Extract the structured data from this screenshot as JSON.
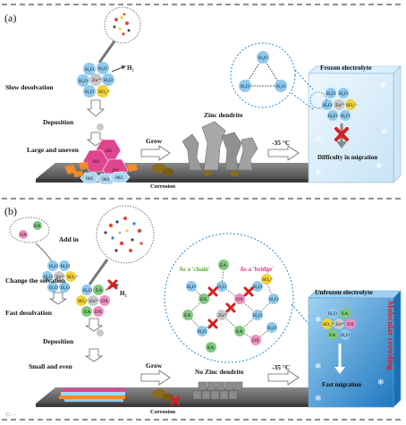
{
  "panel_a": {
    "label": "(a)",
    "h2": "H₂",
    "slow_desolvation": "Slow desolvation",
    "deposition": "Deposition",
    "large_uneven": "Large and uneven",
    "grow": "Grow",
    "zinc_dendrite": "Zinc dendrite",
    "corrosion": "Corrosion",
    "temp": "-35 °C",
    "frozen_electrolyte": "Frozen electrolyte",
    "difficulty": "Difficulty in migration",
    "facets": [
      "101",
      "101",
      "101",
      "002",
      "002",
      "002"
    ]
  },
  "panel_b": {
    "label": "(b)",
    "additive_tag": "DX",
    "additive_tag2": "EA",
    "add_in": "Add in",
    "change_solvation": "Change the solvation",
    "h2": "H₂",
    "fast_desolvation": "Fast desolvation",
    "deposition": "Deposition",
    "small_even": "Small and even",
    "grow": "Grow",
    "no_zinc_dendrite": "No Zinc dendrite",
    "corrosion": "Corrosion",
    "temp": "-35 °C",
    "chain": "As a 'chain'",
    "bridge": "As a 'bridge'",
    "unfrozen_electrolyte": "Unfrozen electrolyte",
    "molecular_crowding": "Molecular crowding",
    "fast_migration": "Fast migration"
  },
  "species": {
    "water": "H₂O",
    "zn": "Zn²⁺",
    "so4": "SO₄²⁻",
    "ea": "EA",
    "dx": "DX"
  },
  "colors": {
    "water_blue": "#8ec9ee",
    "zn_gray": "#c8c8c8",
    "so4_yellow": "#f3d23a",
    "ea_green": "#7fc97f",
    "dx_pink": "#f08fc0",
    "hex_pink": "#e0458f",
    "dendrite_gray": "#9a9a9a",
    "cube_blue": "#bfe0f5",
    "cube_dark_blue": "#2a86c9",
    "red_x": "#d62020",
    "chain_green": "#5aa83a",
    "bridge_pink": "#d63a8a"
  },
  "watermark": "©···"
}
